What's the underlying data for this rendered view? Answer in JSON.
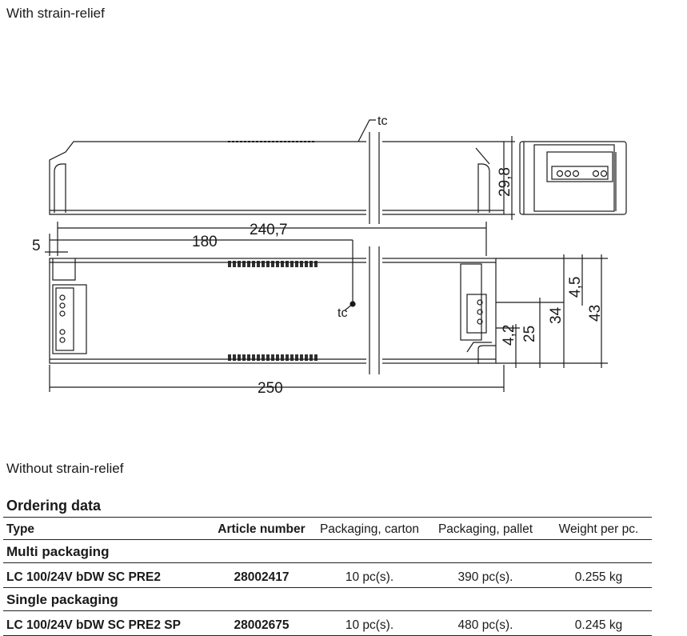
{
  "captions": {
    "with": "With strain-relief",
    "without": "Without strain-relief"
  },
  "drawing": {
    "tc_label": "tc",
    "dimensions": {
      "height_side": "29,8",
      "length_inner": "240,7",
      "offset": "5",
      "tc_distance": "180",
      "length_total": "250",
      "d_4_5": "4,5",
      "d_34": "34",
      "d_43": "43",
      "d_4_2": "4,2",
      "d_25": "25"
    }
  },
  "ordering": {
    "title": "Ordering data",
    "headers": {
      "type": "Type",
      "article": "Article number",
      "carton": "Packaging, carton",
      "pallet": "Packaging, pallet",
      "weight": "Weight per pc."
    },
    "groups": [
      {
        "name": "Multi packaging",
        "rows": [
          {
            "type": "LC 100/24V bDW SC PRE2",
            "article": "28002417",
            "carton": "10 pc(s).",
            "pallet": "390 pc(s).",
            "weight": "0.255 kg"
          }
        ]
      },
      {
        "name": "Single packaging",
        "rows": [
          {
            "type": "LC 100/24V bDW SC PRE2 SP",
            "article": "28002675",
            "carton": "10 pc(s).",
            "pallet": "480 pc(s).",
            "weight": "0.245 kg"
          }
        ]
      }
    ]
  }
}
